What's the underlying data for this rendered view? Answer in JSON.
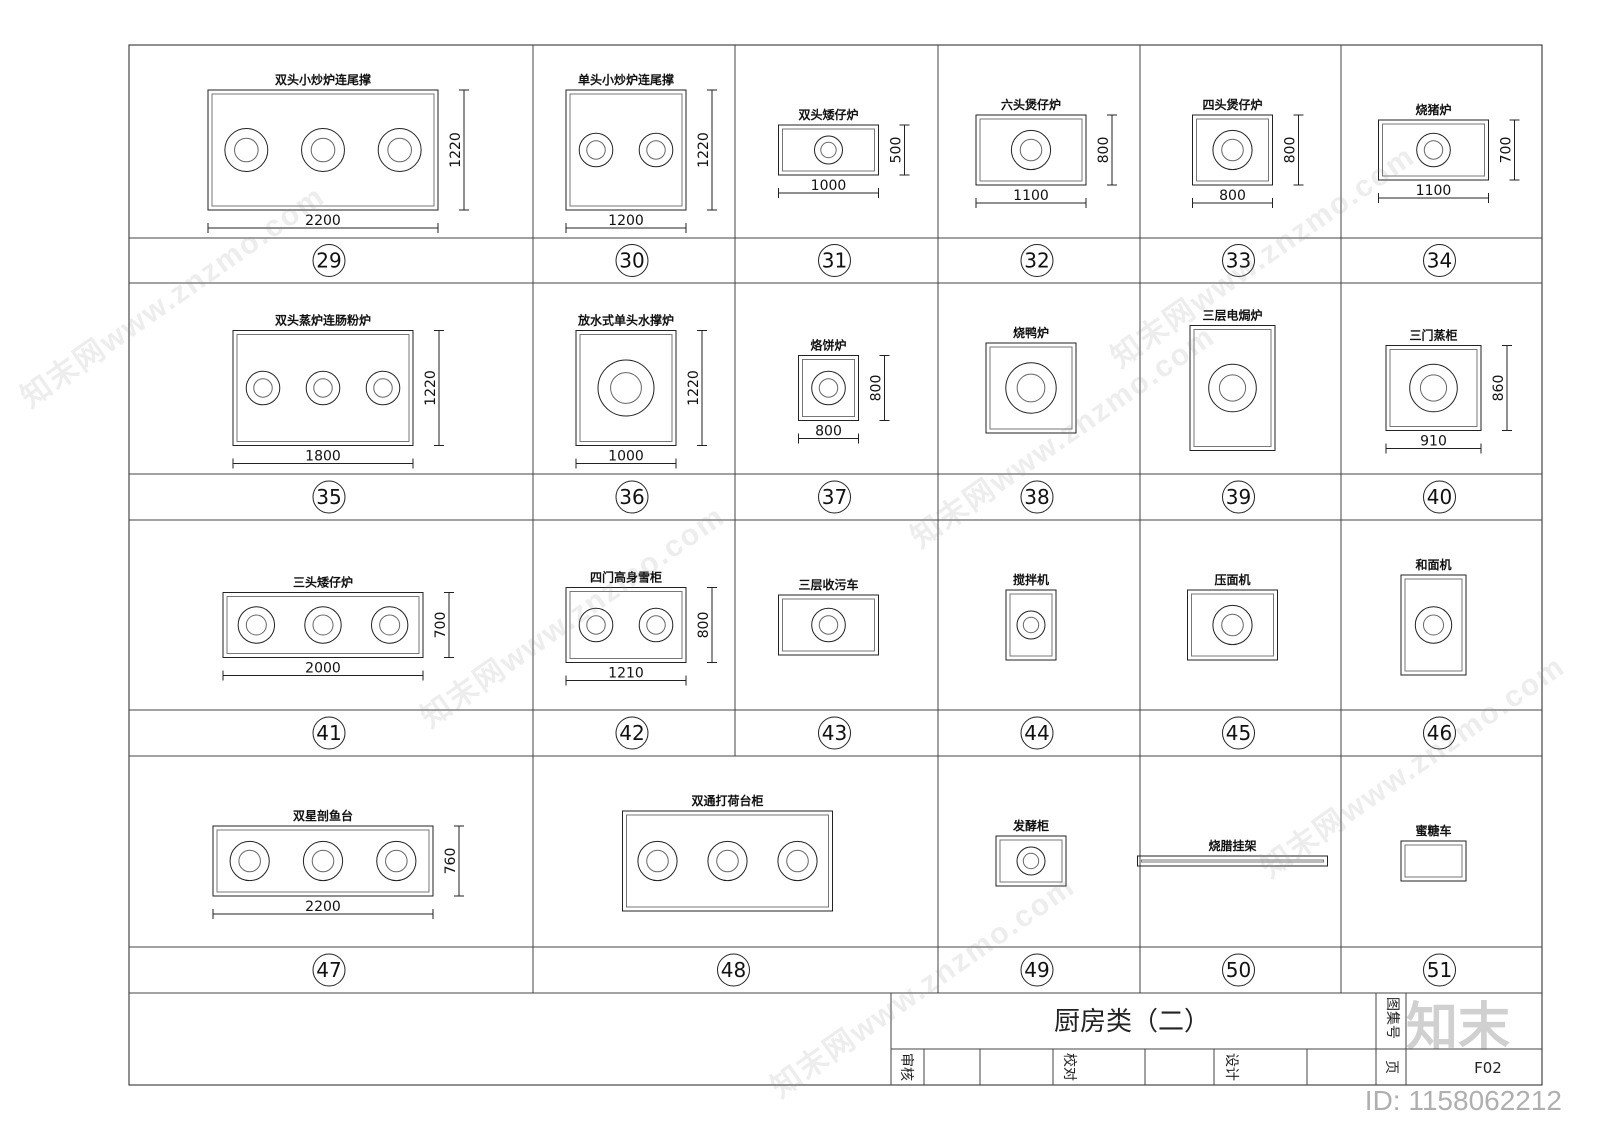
{
  "sheet": {
    "title": "厨房类（二）",
    "page_no": "F02",
    "labels": {
      "review": "审核",
      "proofread": "校对",
      "design": "设计",
      "drawing_no": "图集号",
      "page": "页"
    },
    "brand": "知末",
    "id_text": "ID: 1158062212",
    "watermark": "知末网www.znzmo.com"
  },
  "cells": [
    {
      "no": "29",
      "title": "双头小炒炉连尾撑",
      "dims": [
        "2200",
        "1220"
      ]
    },
    {
      "no": "30",
      "title": "单头小炒炉连尾撑",
      "dims": [
        "1200",
        "1220"
      ]
    },
    {
      "no": "31",
      "title": "双头矮仔炉",
      "dims": [
        "1000",
        "500"
      ]
    },
    {
      "no": "32",
      "title": "六头煲仔炉",
      "dims": [
        "1100",
        "800"
      ]
    },
    {
      "no": "33",
      "title": "四头煲仔炉",
      "dims": [
        "800",
        "800"
      ]
    },
    {
      "no": "34",
      "title": "烧猪炉",
      "dims": [
        "1100",
        "700"
      ]
    },
    {
      "no": "35",
      "title": "双头蒸炉连肠粉炉",
      "dims": [
        "1800",
        "1220"
      ]
    },
    {
      "no": "36",
      "title": "放水式单头水撑炉",
      "dims": [
        "1000",
        "1220"
      ]
    },
    {
      "no": "37",
      "title": "烙饼炉",
      "dims": [
        "800",
        "800"
      ]
    },
    {
      "no": "38",
      "title": "烧鸭炉",
      "dims": []
    },
    {
      "no": "39",
      "title": "三层电焗炉",
      "dims": []
    },
    {
      "no": "40",
      "title": "三门蒸柜",
      "dims": [
        "910",
        "860"
      ]
    },
    {
      "no": "41",
      "title": "三头矮仔炉",
      "dims": [
        "2000",
        "700"
      ]
    },
    {
      "no": "42",
      "title": "四门高身雪柜",
      "dims": [
        "1210",
        "800"
      ]
    },
    {
      "no": "43",
      "title": "三层收污车",
      "dims": []
    },
    {
      "no": "44",
      "title": "搅拌机",
      "dims": []
    },
    {
      "no": "45",
      "title": "压面机",
      "dims": []
    },
    {
      "no": "46",
      "title": "和面机",
      "dims": []
    },
    {
      "no": "47",
      "title": "双星剖鱼台",
      "dims": [
        "2200",
        "760"
      ]
    },
    {
      "no": "48",
      "title": "双通打荷台柜",
      "dims": []
    },
    {
      "no": "49",
      "title": "发酵柜",
      "dims": []
    },
    {
      "no": "50",
      "title": "烧腊挂架",
      "dims": []
    },
    {
      "no": "51",
      "title": "蜜糖车",
      "dims": []
    }
  ]
}
